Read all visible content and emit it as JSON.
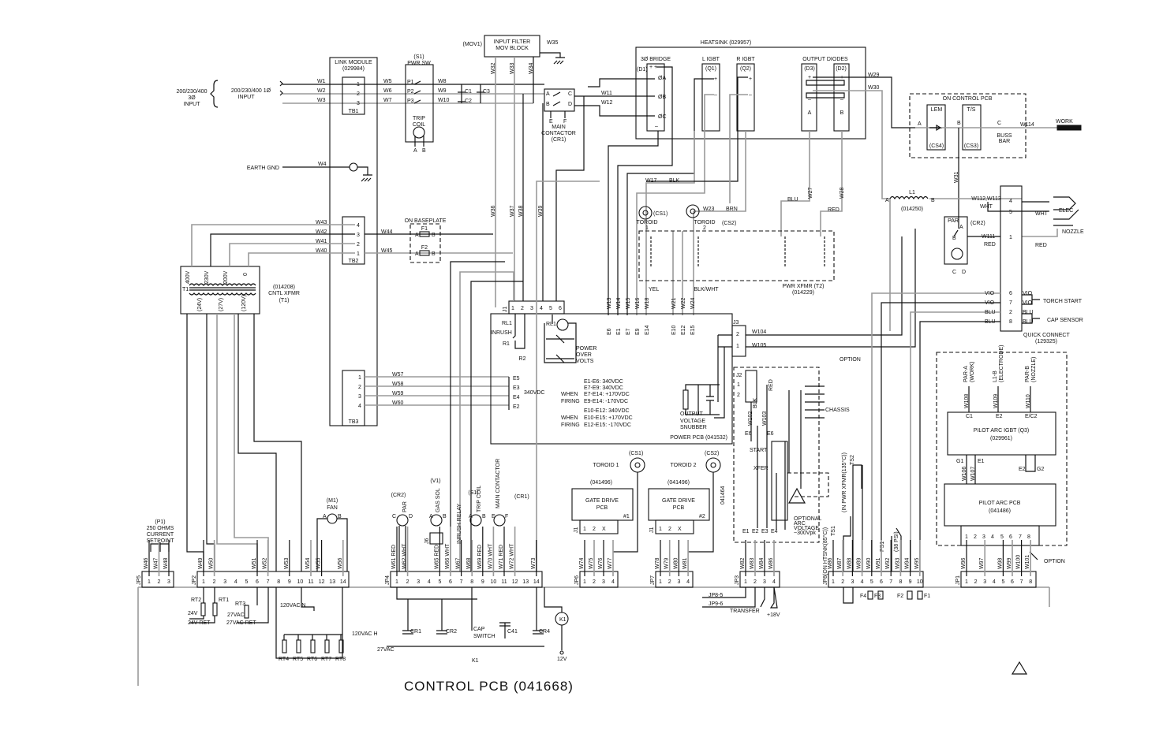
{
  "title": "CONTROL PCB (041668)",
  "labels": {
    "in3_a": "200/230/400",
    "in3_b": "3Ø",
    "in3_c": "INPUT",
    "in1_a": "200/230/400  1Ø",
    "in1_b": "INPUT",
    "w1": "W1",
    "w2": "W2",
    "w3": "W3",
    "w4": "W4",
    "w5": "W5",
    "w6": "W6",
    "w7": "W7",
    "w8": "W8",
    "w9": "W9",
    "w10": "W10",
    "link_title": "LINK MODULE",
    "link_num": "(029984)",
    "tb1_1": "1",
    "tb1_2": "2",
    "tb1_3": "3",
    "tb1": "TB1",
    "s1": "(S1)",
    "pwr_sw": "PWR SW",
    "p1": "P1",
    "p2": "P2",
    "p3": "P3",
    "trip": "TRIP",
    "coil": "COIL",
    "trip_a": "A",
    "trip_b": "B",
    "c1": "C1",
    "c2": "C2",
    "c3": "C3",
    "mov1": "(MOV1)",
    "filter1": "INPUT FILTER",
    "filter2": "MOV BLOCK",
    "w32": "W32",
    "w33": "W33",
    "w34": "W34",
    "w35": "W35",
    "ct_a": "A",
    "ct_b": "B",
    "ct_c": "C",
    "ct_d": "D",
    "ct_e": "E",
    "ct_f": "F",
    "main": "MAIN",
    "contactor": "CONTACTOR",
    "cr1": "(CR1)",
    "w11": "W11",
    "w12": "W12",
    "heatsink": "HEATSINK (029957)",
    "bridge": "3Ø BRIDGE",
    "d1": "(D1)",
    "br_plus": "+ +",
    "pha": "ØA",
    "phb": "ØB",
    "phc": "ØC",
    "br_minus": "–",
    "l_igbt": "L IGBT",
    "q1": "(Q1)",
    "r_igbt": "R IGBT",
    "q2": "(Q2)",
    "q1_p": "+",
    "q1_m": "–",
    "q2_p": "+",
    "q2_m": "–",
    "out_diodes": "OUTPUT DIODES",
    "d3": "(D3)",
    "d2": "(D2)",
    "d3_a": "A",
    "d2_b": "B",
    "d3_p": "+",
    "d2_p": "+",
    "d3_m": "–",
    "d2_m": "–",
    "w29": "W29",
    "w30": "W30",
    "on_ctrl": "ON CONTROL PCB",
    "lem": "LEM",
    "ts": "T/S",
    "cs4": "(CS4)",
    "cs3": "(CS3)",
    "lem_a": "A",
    "lem_b": "B",
    "ts_c": "C",
    "buss": "BUSS",
    "bar": "BAR",
    "w114": "W114",
    "work": "WORK",
    "earth": "EARTH GND",
    "w31": "W31",
    "l1": "L1",
    "l1_num": "(014250)",
    "l1_a": "A",
    "l1_b": "B",
    "w112": "W112,W113",
    "wht1": "WHT",
    "par": "PAR",
    "cr2": "(CR2)",
    "par_a": "A",
    "par_b": "B",
    "w111": "W111",
    "red1": "RED",
    "par_c": "C",
    "par_d": "D",
    "qc_4": "4",
    "qc_5": "5",
    "qc_1": "1",
    "qc_6": "6",
    "qc_7": "7",
    "qc_2": "2",
    "qc_8": "8",
    "wht2": "WHT",
    "elec": "ELEC",
    "nozzle": "NOZZLE",
    "red2": "RED",
    "vio1": "VIO",
    "vio2": "VIO",
    "blu1": "BLU",
    "blu2": "BLU",
    "vio3": "VIO",
    "vio4": "VIO",
    "blu3": "BLU",
    "blu4": "BLU",
    "torch_start": "TORCH START",
    "cap_sensor": "CAP SENSOR",
    "qc_title": "QUICK CONNECT",
    "qc_num": "(129325)",
    "w17": "W17",
    "blk": "BLK",
    "cs1": "(CS1)",
    "toroid1": "TOROID",
    "toroid1_n": "1",
    "w23": "W23",
    "brn": "BRN",
    "toroid2": "TOROID",
    "toroid2_n": "2",
    "cs2": "(CS2)",
    "blu": "BLU",
    "w27": "W27",
    "w28": "W28",
    "red": "RED",
    "yel": "YEL",
    "blk_wht": "BLK/WHT",
    "pwr_xfmr": "PWR XFMR (T2)",
    "pwr_xfmr_num": "(014229)",
    "w13": "W13",
    "w14": "W14",
    "w15": "W15",
    "w16": "W16",
    "w18": "W18",
    "w21": "W21",
    "w22": "W22",
    "w24": "W24",
    "e6": "E6",
    "e1": "E1",
    "e7": "E7",
    "e9": "E9",
    "e14": "E14",
    "e10": "E10",
    "e12": "E12",
    "e15": "E15",
    "w43": "W43",
    "w42": "W42",
    "w41": "W41",
    "w40": "W40",
    "w44": "W44",
    "w45": "W45",
    "tb2_4": "4",
    "tb2_3": "3",
    "tb2_2": "2",
    "tb2_1": "1",
    "tb2": "TB2",
    "on_base": "ON BASEPLATE",
    "f1": "F1",
    "f2": "F2",
    "f1_a": "A",
    "f1_b": "B",
    "f2_a": "A",
    "f2_b": "B",
    "t1_400": "400V",
    "t1_230": "230V",
    "t1_200": "200V",
    "t1_0": "0",
    "t1": "T1",
    "t1_24": "(24V)",
    "t1_27": "(27V)",
    "t1_120": "(120V)",
    "cntl_num": "(014208)",
    "cntl_xfmr": "CNTL XFMR",
    "cntl_t1": "(T1)",
    "w36": "W36",
    "w37": "W37",
    "w38": "W38",
    "w39": "W39",
    "tb3_1": "1",
    "tb3_2": "2",
    "tb3_3": "3",
    "tb3_4": "4",
    "tb3": "TB3",
    "w57": "W57",
    "w58": "W58",
    "w59": "W59",
    "w60": "W60",
    "j1": "J1",
    "j1_1": "1",
    "j1_2": "2",
    "j1_3": "3",
    "j1_4": "4",
    "j1_5": "5",
    "j1_6": "6",
    "rl1": "RL1",
    "inrush": "INRUSH",
    "r1": "R1",
    "r2": "R2",
    "rl1b": "RL1",
    "pov1": "POWER",
    "pov2": "OVER",
    "pov3": "VOLTS",
    "pe5": "E5",
    "pe3": "E3",
    "pe4": "E4",
    "pe2": "E2",
    "v340": "340VDC",
    "n1": "E1-E6:  340VDC",
    "n2": "E7-E9:  340VDC",
    "when1": "WHEN",
    "firing1": "FIRING",
    "n3": "E7-E14:  +170VDC",
    "n4": "E9-E14:  -170VDC",
    "n5": "E10-E12:  340VDC",
    "when2": "WHEN",
    "firing2": "FIRING",
    "n6": "E10-E15:  +170VDC",
    "n7": "E12-E15:  -170VDC",
    "power_pcb": "POWER PCB (041532)",
    "j3": "J3",
    "j3_2": "2",
    "j3_1": "1",
    "w104": "W104",
    "w105": "W105",
    "snub1": "OUTPUT",
    "snub2": "VOLTAGE",
    "snub3": "SNUBBER",
    "option1": "OPTION",
    "j2": "J2",
    "j2_1": "1",
    "j2_2": "2",
    "w102": "W102",
    "w103": "W103",
    "j2_blk": "BLK",
    "j2_red": "RED",
    "chassis": "CHASSIS",
    "opt_e6a": "E6",
    "opt_e6b": "E6",
    "start": "START",
    "xfer": "XFER",
    "w041464": "041464",
    "opt1": "OPTIONAL",
    "opt2": "ARC",
    "opt3": "VOLTAGE",
    "opt4": "~300Vpk",
    "oe1": "E1",
    "oe2": "E2",
    "oe3": "E3",
    "oe4": "E4",
    "cs1b": "(CS1)",
    "toroid1b": "TOROID 1",
    "cs2b": "(CS2)",
    "toroid2b": "TOROID 2",
    "gd1_num": "(041496)",
    "gd1_a": "GATE DRIVE",
    "gd1_b": "PCB",
    "gd1_n": "#1",
    "gd2_num": "(041496)",
    "gd2_a": "GATE DRIVE",
    "gd2_b": "PCB",
    "gd2_n": "#2",
    "gd1_j1": "J1",
    "gd1_p1": "1",
    "gd1_p2": "2",
    "gd1_px": "X",
    "gd2_j1": "J1",
    "gd2_p1": "1",
    "gd2_p2": "2",
    "gd2_px": "X",
    "jp8_5": "JP8-5",
    "jp9_6": "JP9-6",
    "transfer": "TRANSFER",
    "v18": "+18V",
    "ts1_note": "(ON HTSNK(85°C))",
    "ts1": "TS1",
    "ts2_note": "(IN PWR XFMR(135°C))",
    "ts2": "TS2",
    "ps1": "PS1",
    "ps1_note": "(38 PSI)",
    "f4": "F4",
    "f3": "F3",
    "f2b": "F2",
    "f1b": "F1",
    "pa_a": "PAR-A",
    "pa_work": "(WORK)",
    "l1b": "L1-B",
    "l1b_el": "(ELECTRODE)",
    "pb": "PAR-B",
    "pb_noz": "(NOZZLE)",
    "w108": "W108",
    "w109": "W109",
    "w110": "W110",
    "q3_c1": "C1",
    "q3_e2": "E2",
    "q3_ec2": "E/C2",
    "q3_title": "PILOT ARC IGBT (Q3)",
    "q3_num": "(029961)",
    "q3_g1": "G1",
    "q3_e1": "E1",
    "q3_e2b": "E2",
    "q3_g2": "G2",
    "w106": "W106",
    "w107": "W107",
    "pa_pcb": "PILOT ARC PCB",
    "pa_num": "(041486)",
    "pa_p1": "1",
    "pa_p2": "2",
    "pa_p3": "3",
    "pa_p4": "4",
    "pa_p5": "5",
    "pa_p6": "6",
    "pa_p7": "7",
    "pa_p8": "8",
    "option2": "OPTION",
    "p1_id": "(P1)",
    "p1_ohms": "250 OHMS",
    "p1_cur": "CURRENT",
    "p1_set": "SETPOINT",
    "m1": "(M1)",
    "fan": "FAN",
    "fan_a": "A",
    "fan_b": "B",
    "cr2b": "(CR2)",
    "par2": "PAR",
    "cr2_c": "C",
    "cr2_d": "D",
    "v1": "(V1)",
    "gas_sol": "GAS SOL",
    "v1_a": "A",
    "v1_b": "B",
    "j6": "J6",
    "inrush_relay": "INRUSH RELAY",
    "s1b": "(S1)",
    "trip_coil2": "TRIP COIL",
    "s1_a": "A",
    "s1_b": "B",
    "main_cont2": "MAIN CONTACTOR",
    "cr1b": "(CR1)",
    "cr1_e": "E",
    "cr1_f": "F",
    "rt2": "RT2",
    "rt1": "RT1",
    "rt3": "RT3",
    "v24": "24V",
    "v24ret": "24V RET",
    "v27": "27VAC",
    "v27ret": "27VAC RET",
    "v120n": "120VAC N",
    "v120h": "120VAC H",
    "rt4": "RT4",
    "rt5": "RT5",
    "rt6": "RT6",
    "rt7": "RT7",
    "rt8": "RT8",
    "v27b": "27VAC",
    "cap_cr1": "CR1",
    "cap_cr2": "CR2",
    "cap_sw1": "CAP",
    "cap_sw2": "SWITCH",
    "c41": "C41",
    "cap_cr4": "CR4",
    "k1": "K1",
    "k1b": "K1",
    "v12": "12V"
  },
  "connectors": [
    {
      "id": "JP5",
      "pins": [
        "1",
        "2",
        "3"
      ],
      "wires": [
        {
          "pin": 1,
          "label": "W46"
        },
        {
          "pin": 2,
          "label": "W47"
        },
        {
          "pin": 3,
          "label": "W48"
        }
      ]
    },
    {
      "id": "JP2",
      "pins": [
        "1",
        "2",
        "3",
        "4",
        "5",
        "6",
        "7",
        "8",
        "9",
        "10",
        "11",
        "12",
        "13",
        "14"
      ],
      "wires": [
        {
          "pin": 1,
          "label": "W49"
        },
        {
          "pin": 2,
          "label": "W50"
        },
        {
          "pin": 6,
          "label": "W51"
        },
        {
          "pin": 7,
          "label": "W52"
        },
        {
          "pin": 9,
          "label": "W53"
        },
        {
          "pin": 11,
          "label": "W54"
        },
        {
          "pin": 12,
          "label": "W55"
        },
        {
          "pin": 14,
          "label": "W56"
        }
      ]
    },
    {
      "id": "JP4",
      "pins": [
        "1",
        "2",
        "3",
        "4",
        "5",
        "6",
        "7",
        "8",
        "9",
        "10",
        "11",
        "12",
        "13",
        "14"
      ],
      "wires": [
        {
          "pin": 1,
          "label": "W61 RED"
        },
        {
          "pin": 2,
          "label": "W62 WHT"
        },
        {
          "pin": 5,
          "label": "W65 RED"
        },
        {
          "pin": 6,
          "label": "W66 WHT"
        },
        {
          "pin": 7,
          "label": "W67"
        },
        {
          "pin": 8,
          "label": "W68"
        },
        {
          "pin": 9,
          "label": "W69 RED"
        },
        {
          "pin": 10,
          "label": "W70 WHT"
        },
        {
          "pin": 11,
          "label": "W71 RED"
        },
        {
          "pin": 12,
          "label": "W72 WHT"
        },
        {
          "pin": 14,
          "label": "W73"
        }
      ]
    },
    {
      "id": "JP6",
      "pins": [
        "1",
        "2",
        "3",
        "4"
      ],
      "wires": [
        {
          "pin": 1,
          "label": "W74"
        },
        {
          "pin": 2,
          "label": "W75"
        },
        {
          "pin": 3,
          "label": "W76"
        },
        {
          "pin": 4,
          "label": "W77"
        }
      ]
    },
    {
      "id": "JP7",
      "pins": [
        "1",
        "2",
        "3",
        "4"
      ],
      "wires": [
        {
          "pin": 1,
          "label": "W78"
        },
        {
          "pin": 2,
          "label": "W79"
        },
        {
          "pin": 3,
          "label": "W80"
        },
        {
          "pin": 4,
          "label": "W81"
        }
      ]
    },
    {
      "id": "JP3",
      "pins": [
        "1",
        "2",
        "3",
        "4"
      ],
      "wires": [
        {
          "pin": 1,
          "label": "W82"
        },
        {
          "pin": 2,
          "label": "W83"
        },
        {
          "pin": 3,
          "label": "W84"
        },
        {
          "pin": 4,
          "label": "W86"
        }
      ]
    },
    {
      "id": "JP8",
      "pins": [
        "1",
        "2",
        "3",
        "4",
        "5",
        "6",
        "7",
        "8",
        "9",
        "10"
      ],
      "wires": [
        {
          "pin": 1,
          "label": "W86"
        },
        {
          "pin": 2,
          "label": "W87"
        },
        {
          "pin": 3,
          "label": "W88"
        },
        {
          "pin": 4,
          "label": "W89"
        },
        {
          "pin": 5,
          "label": "W90"
        },
        {
          "pin": 6,
          "label": "W91"
        },
        {
          "pin": 7,
          "label": "W92"
        },
        {
          "pin": 8,
          "label": "W93"
        },
        {
          "pin": 9,
          "label": "W94"
        },
        {
          "pin": 10,
          "label": "W95"
        }
      ]
    },
    {
      "id": "JP1",
      "pins": [
        "1",
        "2",
        "3",
        "4",
        "5",
        "6",
        "7",
        "8"
      ],
      "wires": [
        {
          "pin": 1,
          "label": "W96"
        },
        {
          "pin": 3,
          "label": "W97"
        },
        {
          "pin": 5,
          "label": "W98"
        },
        {
          "pin": 6,
          "label": "W99"
        },
        {
          "pin": 7,
          "label": "W100"
        },
        {
          "pin": 8,
          "label": "W101"
        }
      ]
    }
  ]
}
